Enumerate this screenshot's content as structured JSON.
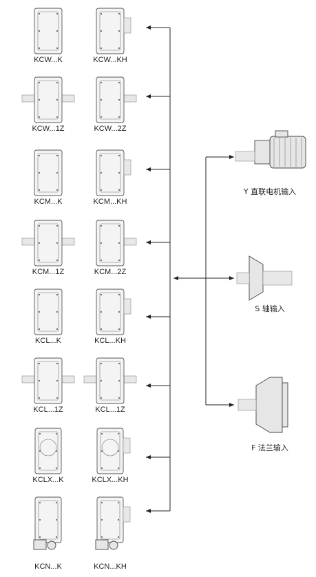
{
  "reducers": [
    [
      "KCW...K",
      "KCW...KH"
    ],
    [
      "KCW...1Z",
      "KCW...2Z"
    ],
    [
      "KCM...K",
      "KCM...KH"
    ],
    [
      "KCM...1Z",
      "KCM...2Z"
    ],
    [
      "KCL...K",
      "KCL...KH"
    ],
    [
      "KCL...1Z",
      "KCL...1Z"
    ],
    [
      "KCLX...K",
      "KCLX...KH"
    ],
    [
      "KCN...K",
      "KCN...KH"
    ]
  ],
  "inputs": [
    {
      "label": "Y 直联电机输入"
    },
    {
      "label": "S  轴输入"
    },
    {
      "label": "F  法兰输入"
    }
  ]
}
